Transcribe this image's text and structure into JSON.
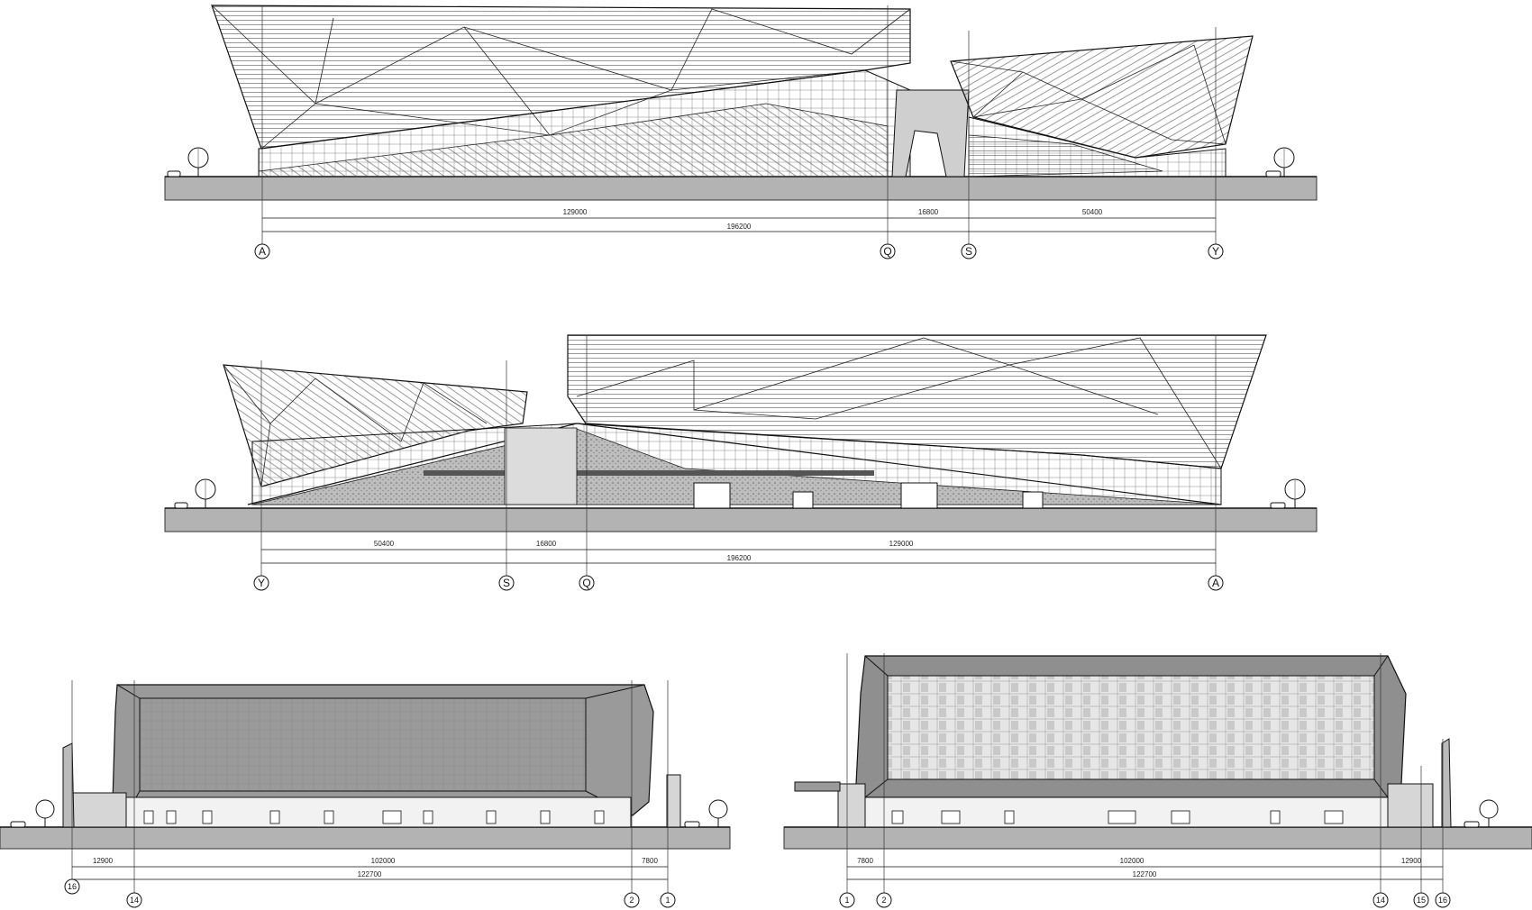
{
  "elevations": [
    {
      "id": "south",
      "dims": {
        "segments": [
          "129000",
          "16800",
          "50400"
        ],
        "total": "196200"
      },
      "axes": [
        "A",
        "Q",
        "S",
        "Y"
      ]
    },
    {
      "id": "north",
      "dims": {
        "segments": [
          "50400",
          "16800",
          "129000"
        ],
        "total": "196200"
      },
      "axes": [
        "Y",
        "S",
        "Q",
        "A"
      ]
    },
    {
      "id": "east",
      "dims": {
        "segments": [
          "12900",
          "102000",
          "7800"
        ],
        "total": "122700"
      },
      "axes": [
        "16",
        "14",
        "2",
        "1"
      ]
    },
    {
      "id": "west",
      "dims": {
        "segments": [
          "7800",
          "102000",
          "12900"
        ],
        "total": "122700"
      },
      "axes": [
        "1",
        "2",
        "14",
        "15",
        "16"
      ]
    }
  ]
}
